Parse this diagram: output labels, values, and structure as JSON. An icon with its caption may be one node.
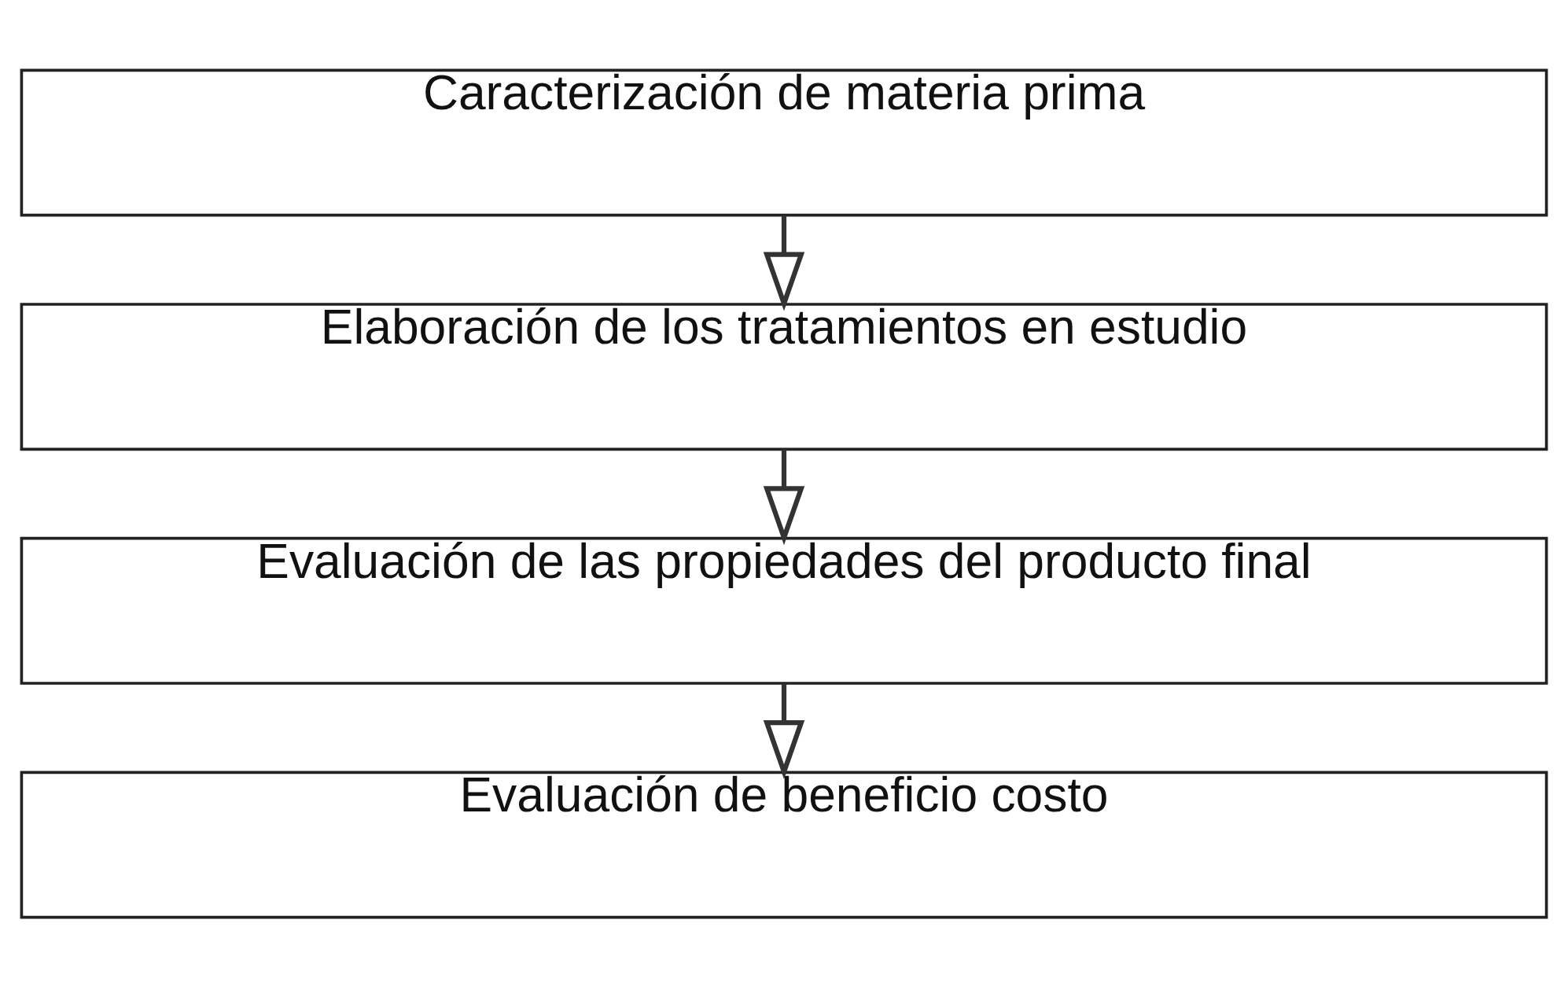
{
  "diagram": {
    "nodes": [
      {
        "text": [
          "Caracterización de materia prima"
        ]
      },
      {
        "text": [
          "Elaboración de los tratamientos en estudio"
        ]
      },
      {
        "text": [
          "Evaluación de las propiedades del producto final"
        ]
      },
      {
        "text": [
          "Evaluación de beneficio costo"
        ]
      }
    ],
    "edges": [
      {
        "from": 0,
        "to": 1,
        "arrow": "to"
      },
      {
        "from": 1,
        "to": 2,
        "arrow": "to"
      },
      {
        "from": 2,
        "to": 3,
        "arrow": "to"
      }
    ]
  }
}
